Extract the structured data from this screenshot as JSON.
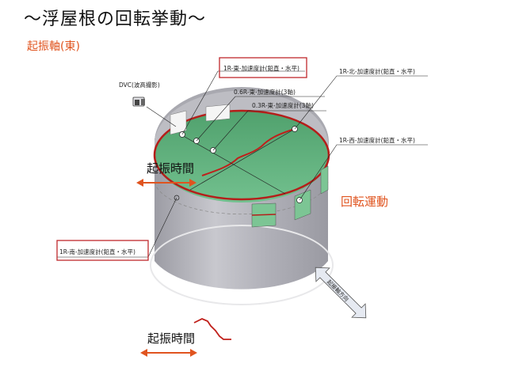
{
  "title": "〜浮屋根の回転挙動〜",
  "subtitle": "起振軸(東)",
  "labels": {
    "east_1r": "1R-東-加速度計(鉛直・水平)",
    "east_06r": "0.6R-東-加速度計(3軸)",
    "east_03r": "0.3R-東-加速度計(3軸)",
    "north_1r": "1R-北-加速度計(鉛直・水平)",
    "west_1r": "1R-西-加速度計(鉛直・水平)",
    "south_1r": "1R-南-加速度計(鉛直・水平)",
    "dvc": "DVC(波高撮影)"
  },
  "annotations": {
    "excitation_time_top": "起振時間",
    "excitation_time_bottom": "起振時間",
    "rotation": "回転運動",
    "excitation_direction": "起振軸方向"
  },
  "colors": {
    "accent_red": "#e0541f",
    "box_red": "#c0282d",
    "roof_green": "#5fb27d",
    "tank_gray": "#b4b4ba",
    "wave_red": "#c0201b"
  }
}
